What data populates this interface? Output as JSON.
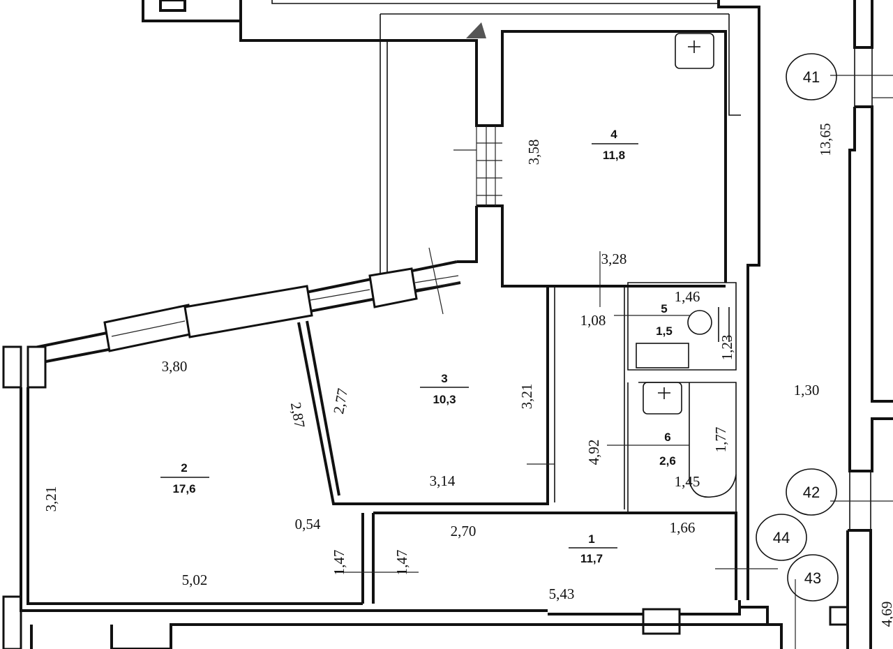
{
  "rooms": [
    {
      "number": "1",
      "area": "11,7"
    },
    {
      "number": "2",
      "area": "17,6"
    },
    {
      "number": "3",
      "area": "10,3"
    },
    {
      "number": "4",
      "area": "11,8"
    },
    {
      "number": "5",
      "area": "1,5"
    },
    {
      "number": "6",
      "area": "2,6"
    }
  ],
  "dimensions": {
    "d358": "3,58",
    "d1365": "13,65",
    "d328": "3,28",
    "d146": "1,46",
    "d108": "1,08",
    "d123": "1,23",
    "d380": "3,80",
    "d130": "1,30",
    "d287": "2,87",
    "d277": "2,77",
    "d321a": "3,21",
    "d321b": "3,21",
    "d177": "1,77",
    "d492": "4,92",
    "d314": "3,14",
    "d145": "1,45",
    "d054": "0,54",
    "d270": "2,70",
    "d166": "1,66",
    "d147a": "1,47",
    "d147b": "1,47",
    "d502": "5,02",
    "d543": "5,43",
    "d469": "4,69"
  },
  "markers": [
    "41",
    "42",
    "43",
    "44"
  ]
}
